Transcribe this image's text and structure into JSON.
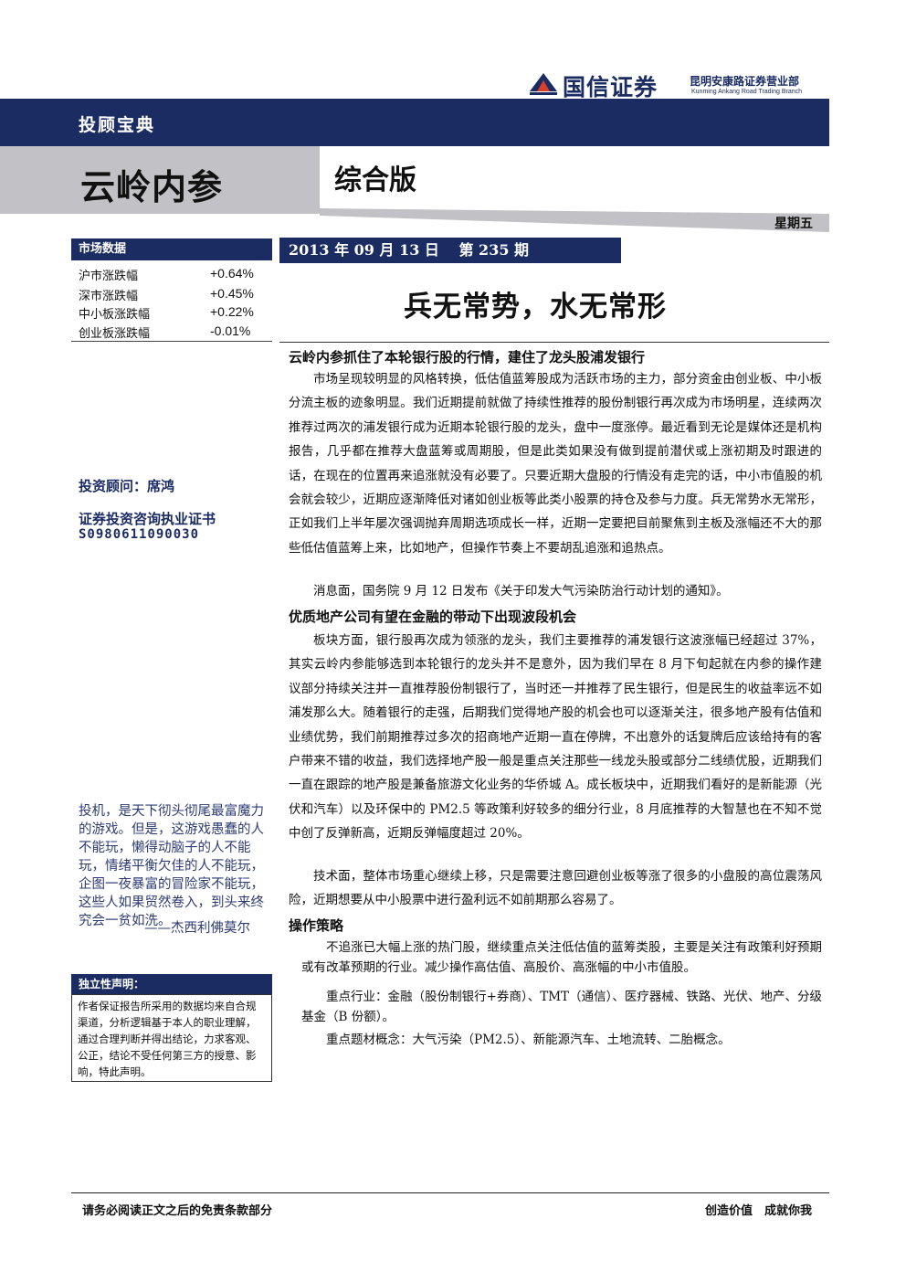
{
  "header": {
    "company_name": "国信证券",
    "branch_name": "昆明安康路证券营业部",
    "branch_name_en": "Kunming Ankang Road Trading Branch",
    "column_label": "投顾宝典",
    "publication_title": "云岭内参",
    "edition": "综合版",
    "weekday": "星期五"
  },
  "market": {
    "title": "市场数据",
    "rows": [
      {
        "label": "沪市涨跌幅",
        "value": "+0.64%"
      },
      {
        "label": "深市涨跌幅",
        "value": "+0.45%"
      },
      {
        "label": "中小板涨跌幅",
        "value": "+0.22%"
      },
      {
        "label": "创业板涨跌幅",
        "value": "-0.01%"
      }
    ]
  },
  "advisor": {
    "line": "投资顾问：席鸿",
    "cert_title": "证券投资咨询执业证书",
    "cert_no": "S0980611090030"
  },
  "quote": {
    "text": "投机，是天下彻头彻尾最富魔力的游戏。但是，这游戏愚蠢的人不能玩，懒得动脑子的人不能玩，情绪平衡欠佳的人不能玩，企图一夜暴富的冒险家不能玩，这些人如果贸然卷入，到头来终究会一贫如洗。",
    "author": "——杰西利佛莫尔"
  },
  "disclaimer": {
    "title": "独立性声明：",
    "text": "作者保证报告所采用的数据均来自合规渠道，分析逻辑基于本人的职业理解，通过合理判断并得出结论，力求客观、公正，结论不受任何第三方的授意、影响，特此声明。"
  },
  "issue": {
    "date_line": "2013 年 09 月 13 日　 第 235 期",
    "headline": "兵无常势，水无常形"
  },
  "article": {
    "section1_title": "云岭内参抓住了本轮银行股的行情，建住了龙头股浦发银行",
    "section1_p1": "市场呈现较明显的风格转换，低估值蓝筹股成为活跃市场的主力，部分资金由创业板、中小板分流主板的迹象明显。我们近期提前就做了持续性推荐的股份制银行再次成为市场明星，连续两次推荐过两次的浦发银行成为近期本轮银行股的龙头，盘中一度涨停。最近看到无论是媒体还是机构报告，几乎都在推荐大盘蓝筹或周期股，但是此类如果没有做到提前潜伏或上涨初期及时跟进的话，在现在的位置再来追涨就没有必要了。只要近期大盘股的行情没有走完的话，中小市值股的机会就会较少，近期应逐渐降低对诸如创业板等此类小股票的持仓及参与力度。兵无常势水无常形，正如我们上半年屡次强调抛弃周期选项成长一样，近期一定要把目前聚焦到主板及涨幅还不大的那些低估值蓝筹上来，比如地产，但操作节奏上不要胡乱追涨和追热点。",
    "section1_p2": "消息面，国务院 9 月 12 日发布《关于印发大气污染防治行动计划的通知》。",
    "section2_title": "优质地产公司有望在金融的带动下出现波段机会",
    "section2_p1": "板块方面，银行股再次成为领涨的龙头，我们主要推荐的浦发银行这波涨幅已经超过 37%，其实云岭内参能够选到本轮银行的龙头并不是意外，因为我们早在 8 月下旬起就在内参的操作建议部分持续关注并一直推荐股份制银行了，当时还一并推荐了民生银行，但是民生的收益率远不如浦发那么大。随着银行的走强，后期我们觉得地产股的机会也可以逐渐关注，很多地产股有估值和业绩优势，我们前期推荐过多次的招商地产近期一直在停牌，不出意外的话复牌后应该给持有的客户带来不错的收益，我们选择地产股一般是重点关注那些一线龙头股或部分二线绩优股，近期我们一直在跟踪的地产股是兼备旅游文化业务的华侨城 A。成长板块中，近期我们看好的是新能源（光伏和汽车）以及环保中的 PM2.5 等政策利好较多的细分行业，8 月底推荐的大智慧也在不知不觉中创了反弹新高，近期反弹幅度超过 20%。",
    "section2_p2": "技术面，整体市场重心继续上移，只是需要注意回避创业板等涨了很多的小盘股的高位震荡风险，近期想要从中小股票中进行盈利远不如前期那么容易了。",
    "section3_title": "操作策略",
    "section3_p1": "不追涨已大幅上涨的热门股，继续重点关注低估值的蓝筹类股，主要是关注有政策利好预期或有改革预期的行业。减少操作高估值、高股价、高涨幅的中小市值股。",
    "section3_p2": "重点行业：金融（股份制银行+券商）、TMT（通信）、医疗器械、铁路、光伏、地产、分级基金（B 份额）。",
    "section3_p3": "重点题材概念：大气污染（PM2.5）、新能源汽车、土地流转、二胎概念。"
  },
  "footer": {
    "left": "请务必阅读正文之后的免责条款部分",
    "right": "创造价值　成就你我"
  },
  "colors": {
    "navy": "#1b2c63",
    "grey": "#c2c2c6",
    "logo_red": "#d6402b"
  }
}
